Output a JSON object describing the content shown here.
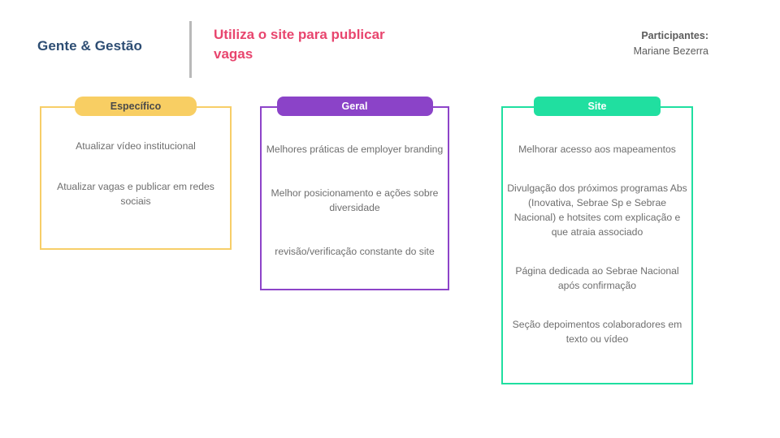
{
  "header": {
    "brand": "Gente & Gestão",
    "heading": "Utiliza o site para publicar vagas",
    "participants_label": "Participantes:",
    "participants_name": "Mariane Bezerra"
  },
  "colors": {
    "brand_navy": "#2d4d73",
    "heading_pink": "#e8456e",
    "yellow": "#f8ce63",
    "purple": "#8b43c8",
    "teal": "#20dfa0",
    "body_text": "#6e6e6e",
    "divider_gray": "#b9b9b9"
  },
  "columns": [
    {
      "id": "especifico",
      "title": "Específico",
      "accent": "#f8ce63",
      "items": [
        "Atualizar vídeo institucional",
        "Atualizar vagas e publicar em redes sociais"
      ]
    },
    {
      "id": "geral",
      "title": "Geral",
      "accent": "#8b43c8",
      "items": [
        "Melhores práticas de employer branding",
        "Melhor posicionamento e ações sobre diversidade",
        "revisão/verificação constante do site"
      ]
    },
    {
      "id": "site",
      "title": "Site",
      "accent": "#20dfa0",
      "items": [
        "Melhorar acesso aos mapeamentos",
        "Divulgação dos próximos programas Abs (Inovativa, Sebrae Sp e Sebrae Nacional) e hotsites com explicação e que atraia associado",
        "Página dedicada ao Sebrae Nacional após confirmação",
        "Seção depoimentos colaboradores em texto ou vídeo"
      ]
    }
  ]
}
